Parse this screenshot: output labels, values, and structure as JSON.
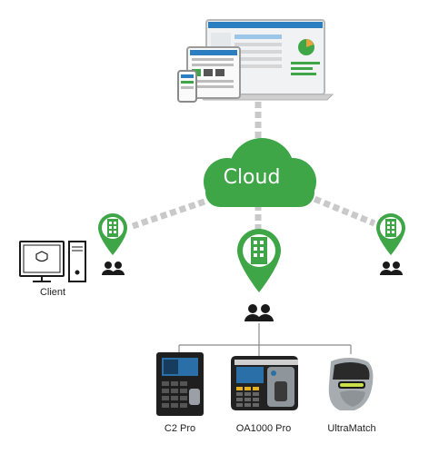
{
  "cloud": {
    "label": "Cloud"
  },
  "client": {
    "label": "Client"
  },
  "devices": [
    {
      "id": "c2pro",
      "label": "C2 Pro"
    },
    {
      "id": "oa1000pro",
      "label": "OA1000 Pro"
    },
    {
      "id": "ultramatch",
      "label": "UltraMatch"
    }
  ],
  "colors": {
    "green": "#3fa648",
    "green_dark": "#2f8a38",
    "connector": "#c9c9c9",
    "line": "#8a8a8a",
    "icon": "#1a1a1a"
  },
  "icons": {
    "cloud": "cloud-icon",
    "location": "location-pin-building-icon",
    "users": "users-icon",
    "computer": "desktop-computer-icon",
    "devices": [
      "fingerprint-terminal-icon",
      "fingerprint-terminal-icon",
      "biometric-reader-icon"
    ]
  }
}
